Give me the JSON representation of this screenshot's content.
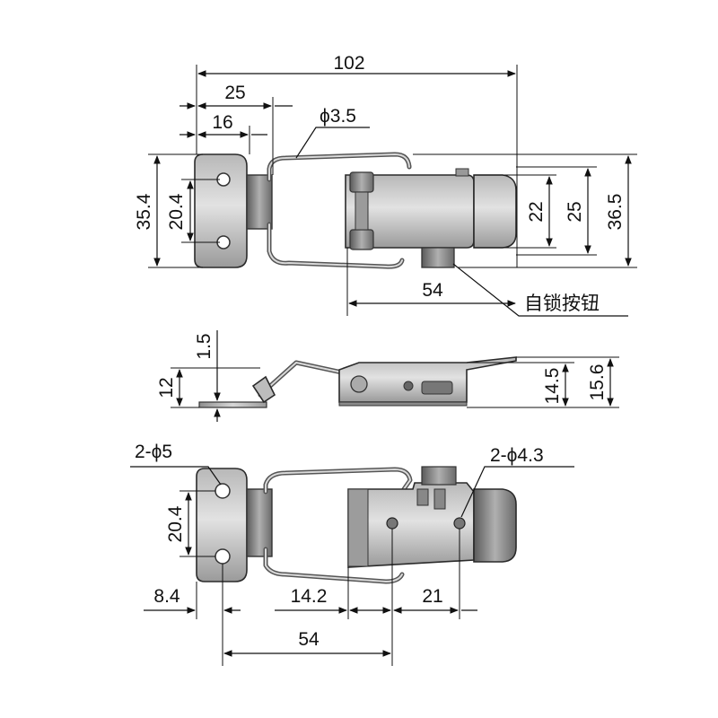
{
  "top_view": {
    "overall_length": "102",
    "wire_offset": "25",
    "hole_offset": "16",
    "wire_diameter": "ϕ3.5",
    "base_height": "35.4",
    "hole_spacing": "20.4",
    "hook_width_22": "22",
    "hook_width_25": "25",
    "overall_height": "36.5",
    "latch_length": "54",
    "button_label": "自锁按钮"
  },
  "side_view": {
    "plate_thickness": "1.5",
    "base_height": "12",
    "body_height": "14.5",
    "overall_height": "15.6"
  },
  "bottom_view": {
    "left_holes": "2-ϕ5",
    "right_holes": "2-ϕ4.3",
    "hole_spacing": "20.4",
    "edge_offset": "8.4",
    "center_offset": "14.2",
    "right_spacing": "21",
    "hole_to_hole": "54"
  },
  "colors": {
    "metal_light": "#cfcfcf",
    "metal_mid": "#a9a9a9",
    "metal_dark": "#6d6d6d",
    "line": "#111111"
  }
}
